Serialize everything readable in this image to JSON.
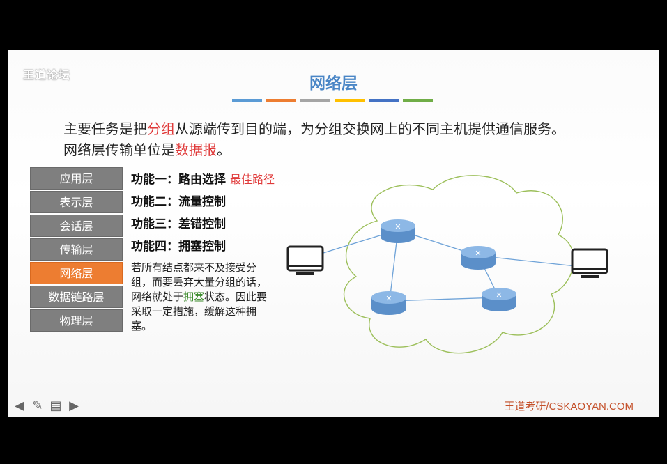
{
  "watermark": {
    "text": "王道论坛",
    "script": "王道论坛"
  },
  "slide": {
    "title": "网络层",
    "title_bar_colors": [
      "#5b9bd5",
      "#ed7d31",
      "#a5a5a5",
      "#ffc000",
      "#4472c4",
      "#70ad47"
    ],
    "intro_line1_a": "主要任务是把",
    "intro_line1_hl": "分组",
    "intro_line1_b": "从源端传到目的端，为分组交换网上的不同主机提供通信服务。",
    "intro_line2_a": "网络层传输单位是",
    "intro_line2_hl": "数据报",
    "intro_line2_b": "。"
  },
  "layers": [
    {
      "label": "应用层",
      "active": false
    },
    {
      "label": "表示层",
      "active": false
    },
    {
      "label": "会话层",
      "active": false
    },
    {
      "label": "传输层",
      "active": false
    },
    {
      "label": "网络层",
      "active": true
    },
    {
      "label": "数据链路层",
      "active": false
    },
    {
      "label": "物理层",
      "active": false
    }
  ],
  "functions": [
    {
      "label": "功能一：路由选择",
      "note": "最佳路径"
    },
    {
      "label": "功能二：流量控制",
      "note": ""
    },
    {
      "label": "功能三：差错控制",
      "note": ""
    },
    {
      "label": "功能四：拥塞控制",
      "note": ""
    }
  ],
  "congestion": {
    "text_a": "若所有结点都来不及接受分组，而要丢弃大量分组的话，网络就处于",
    "text_hl": "拥塞",
    "text_b": "状态。因此要采取一定措施，缓解这种拥塞。"
  },
  "diagram": {
    "cloud_color": "#9cbf5a",
    "router_color": "#6fa3d8",
    "link_color": "#6fa3d8"
  },
  "footer": {
    "brand": "王道考研/CSKAOYAN.COM"
  },
  "nav_icons": [
    "arrow-left-icon",
    "pen-icon",
    "menu-icon",
    "arrow-right-icon"
  ]
}
